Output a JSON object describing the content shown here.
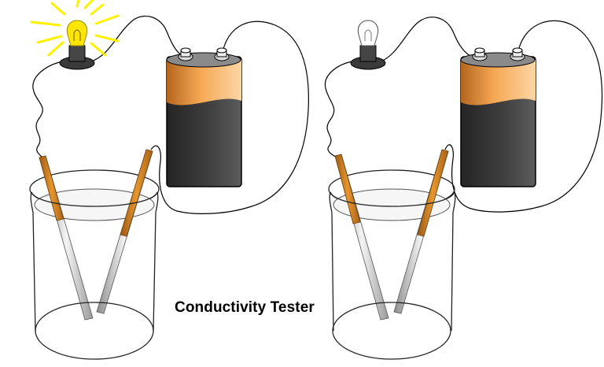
{
  "caption": "Conductivity Tester",
  "colors": {
    "battery_top": "#f3a24a",
    "battery_body": "#3c3c3c",
    "electrode_copper": "#d88a2a",
    "electrode_silver": "#e0e0e0",
    "bulb_glow": "#fff200",
    "wire": "#000000"
  },
  "testers": [
    {
      "name": "left-tester",
      "bulb_lit": true
    },
    {
      "name": "right-tester",
      "bulb_lit": false
    }
  ]
}
